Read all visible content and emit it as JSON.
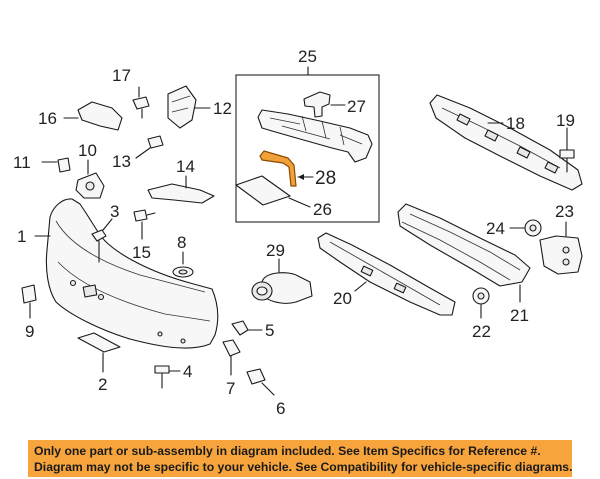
{
  "callouts": {
    "n1": "1",
    "n2": "2",
    "n3": "3",
    "n4": "4",
    "n5": "5",
    "n6": "6",
    "n7": "7",
    "n8": "8",
    "n9": "9",
    "n10": "10",
    "n11": "11",
    "n12": "12",
    "n13": "13",
    "n14": "14",
    "n15": "15",
    "n16": "16",
    "n17": "17",
    "n18": "18",
    "n19": "19",
    "n20": "20",
    "n21": "21",
    "n22": "22",
    "n23": "23",
    "n24": "24",
    "n25": "25",
    "n26": "26",
    "n27": "27",
    "n28": "28",
    "n29": "29"
  },
  "highlighted_part": "28",
  "colors": {
    "highlight": "#f2a13a",
    "banner": "#f7a43c"
  },
  "disclaimer": {
    "line1": "Only one part or sub-assembly in diagram included. See Item Specifics for Reference #.",
    "line2": "Diagram may not be specific to your vehicle. See Compatibility for vehicle-specific diagrams."
  }
}
